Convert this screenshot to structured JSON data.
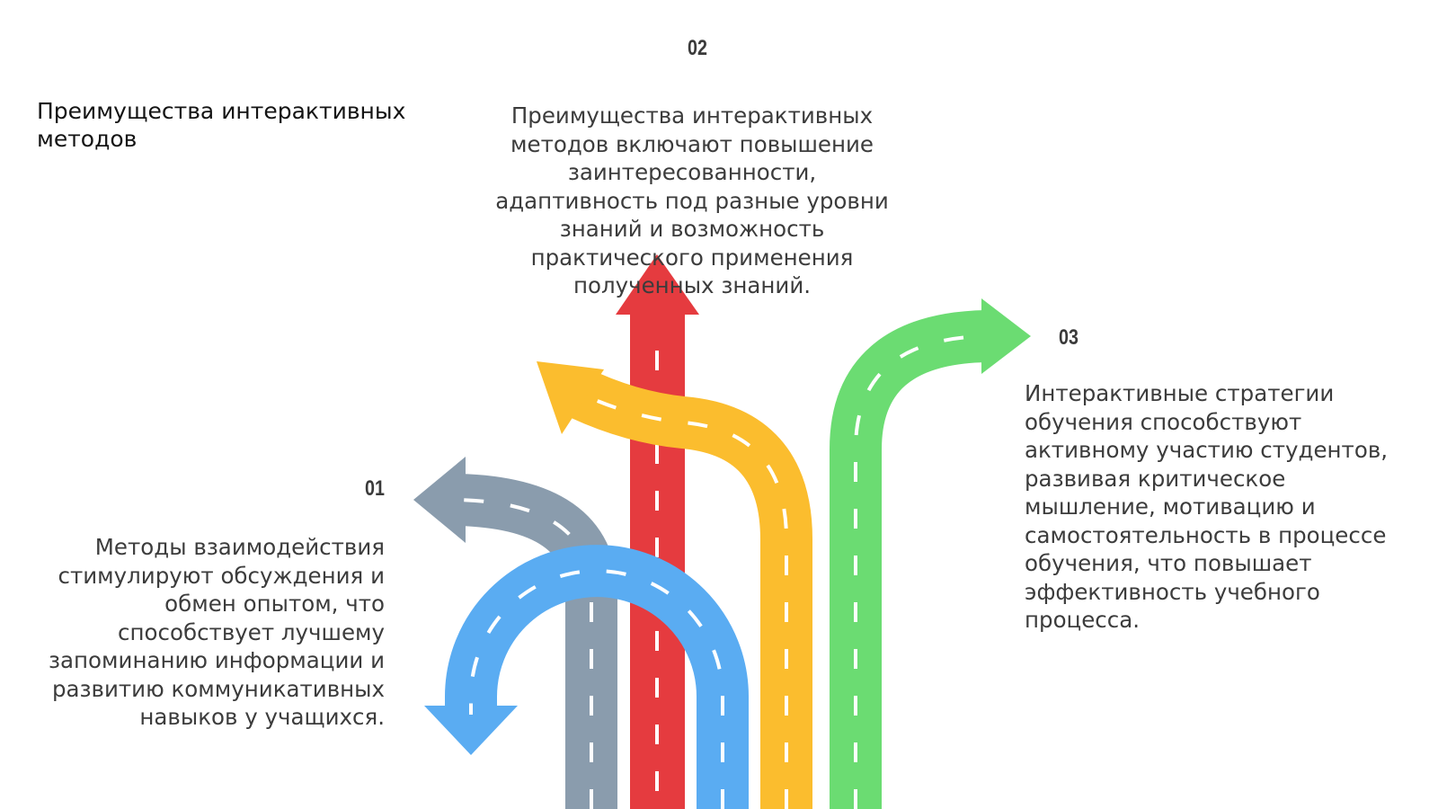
{
  "title": "Преимущества интерактивных методов",
  "items": [
    {
      "number": "01",
      "text": "Методы взаимодействия стимулируют обсуждения и обмен опытом, что способствует лучшему запоминанию информации и развитию коммуникативных навыков у учащихся."
    },
    {
      "number": "02",
      "text": "Преимущества интерактивных методов включают повышение заинтересованности, адаптивность под разные уровни знаний и возможность практического применения полученных знаний."
    },
    {
      "number": "03",
      "text": "Интерактивные стратегии обучения способствуют активному участию студентов, развивая критическое мышление, мотивацию и самостоятельность в процессе обучения, что повышает эффективность учебного процесса."
    }
  ],
  "colors": {
    "red": "#e53b3f",
    "yellow": "#fbbd2e",
    "green": "#6bdc72",
    "gray": "#8a9cad",
    "blue": "#5aacf2",
    "dash": "#ffffff"
  },
  "icons": [
    "arrow-up-icon",
    "arrow-left-icon",
    "arrow-right-icon",
    "arrow-down-icon"
  ]
}
